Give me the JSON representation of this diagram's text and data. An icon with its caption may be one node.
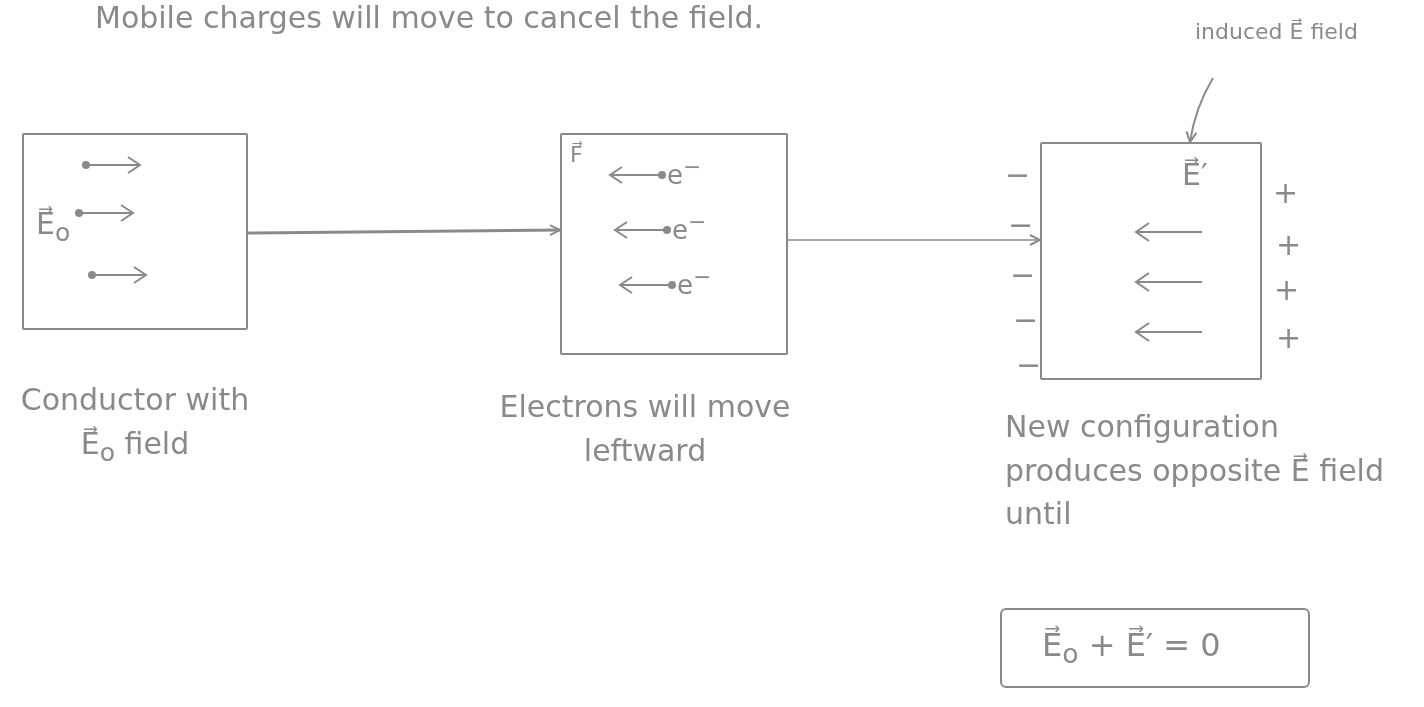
{
  "diagram": {
    "title": "Mobile charges will move to cancel the field.",
    "nodes": [
      {
        "text": [
          "E⃗$_{o}$"
        ],
        "beside": [
          "Conductor with E⃗$_{o}$ field"
        ]
      },
      {
        "text": [
          "F⃗",
          "e$^{−}$",
          "e$^{−}$",
          "e$^{−}$"
        ],
        "beside": [
          "Electrons will move leftward"
        ]
      },
      {
        "text": [
          "E⃗′"
        ],
        "beside": [
          "New configuration produces opposite E⃗ field until"
        ]
      },
      {
        "text": [
          "E⃗$_{o}$ + E⃗′ = 0"
        ]
      },
      {
        "text": [
          "induced E⃗ field"
        ]
      }
    ],
    "edges": [
      {
        "from": 0,
        "to": 1,
        "arrow": "to"
      },
      {
        "from": 1,
        "to": 2,
        "arrow": "to"
      },
      {
        "from": 4,
        "to": 2,
        "arrow": "to"
      }
    ],
    "labels": [
      "−",
      "−",
      "−",
      "−",
      "−",
      "+",
      "+",
      "+",
      "+"
    ]
  }
}
